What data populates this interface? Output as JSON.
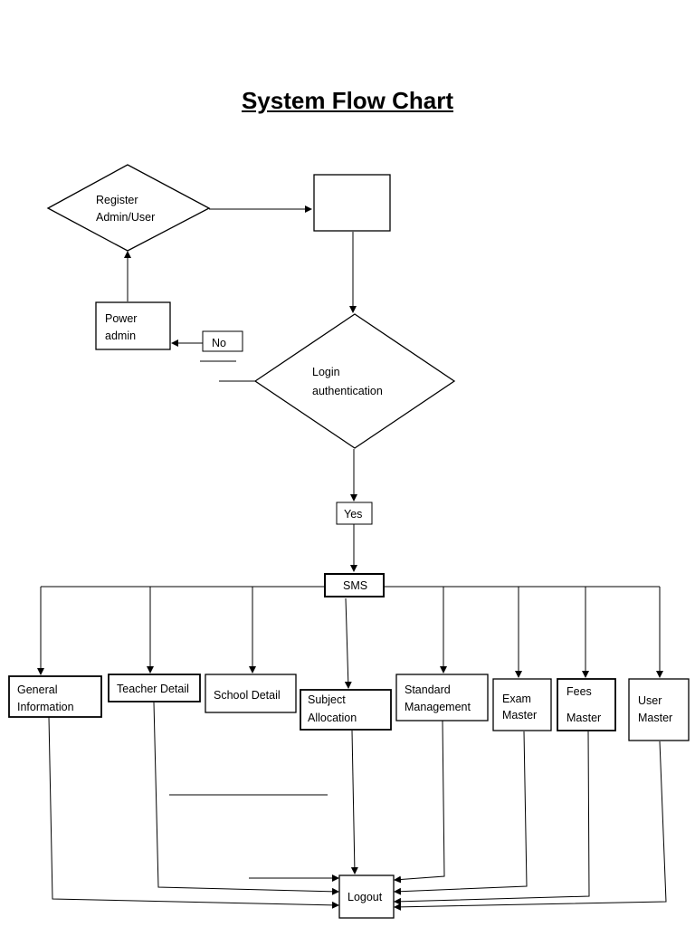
{
  "title": "System Flow Chart",
  "nodes": {
    "register": [
      "Register",
      "Admin/User"
    ],
    "blank_box": [],
    "power_admin": [
      "Power",
      "admin"
    ],
    "no": [
      "No"
    ],
    "login": [
      "Login",
      "authentication"
    ],
    "yes": [
      "Yes"
    ],
    "sms": [
      "SMS"
    ],
    "general_information": [
      "General",
      "Information"
    ],
    "teacher_detail": [
      "Teacher Detail"
    ],
    "school_detail": [
      "School Detail"
    ],
    "subject_allocation": [
      "Subject",
      "Allocation"
    ],
    "standard_management": [
      "Standard",
      "Management"
    ],
    "exam_master": [
      "Exam",
      "Master"
    ],
    "fees_master": [
      "Fees",
      "Master"
    ],
    "user_master": [
      "User",
      "Master"
    ],
    "logout": [
      "Logout"
    ]
  }
}
